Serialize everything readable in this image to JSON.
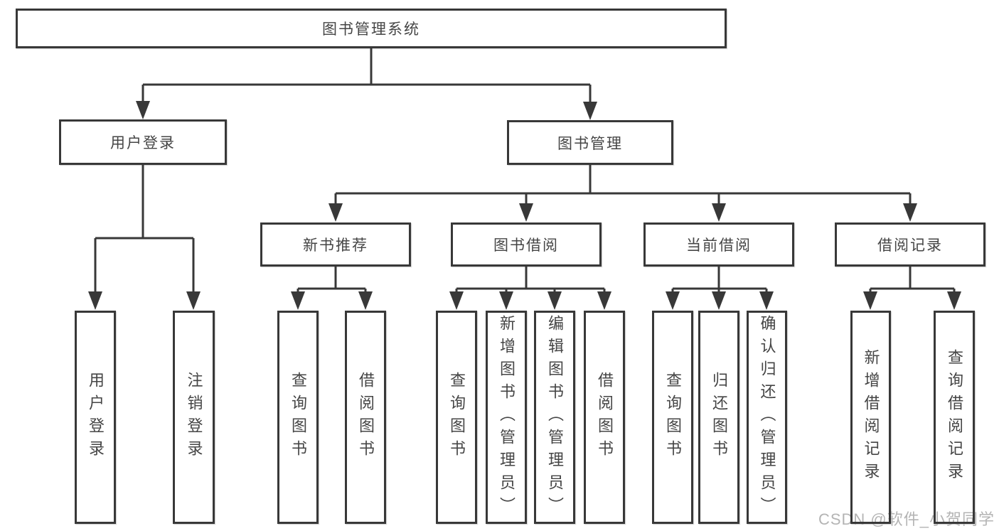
{
  "diagram": {
    "root": {
      "id": "library-management-system",
      "label": "图书管理系统"
    },
    "level2": [
      {
        "id": "user-login",
        "label": "用户登录",
        "parent": "图书管理系统"
      },
      {
        "id": "book-management",
        "label": "图书管理",
        "parent": "图书管理系统"
      }
    ],
    "level3": [
      {
        "id": "new-book-recommend",
        "label": "新书推荐",
        "parent": "图书管理"
      },
      {
        "id": "book-borrowing",
        "label": "图书借阅",
        "parent": "图书管理"
      },
      {
        "id": "current-borrowing",
        "label": "当前借阅",
        "parent": "图书管理"
      },
      {
        "id": "borrowing-records",
        "label": "借阅记录",
        "parent": "图书管理"
      }
    ],
    "leaves": [
      {
        "label": "用户登录",
        "parent": "用户登录"
      },
      {
        "label": "注销登录",
        "parent": "用户登录"
      },
      {
        "label": "查询图书",
        "parent": "新书推荐"
      },
      {
        "label": "借阅图书",
        "parent": "新书推荐"
      },
      {
        "label": "查询图书",
        "parent": "图书借阅"
      },
      {
        "label": "新增图书（管理员）",
        "parent": "图书借阅"
      },
      {
        "label": "编辑图书（管理员）",
        "parent": "图书借阅"
      },
      {
        "label": "借阅图书",
        "parent": "图书借阅"
      },
      {
        "label": "查询图书",
        "parent": "当前借阅"
      },
      {
        "label": "归还图书",
        "parent": "当前借阅"
      },
      {
        "label": "确认归还（管理员）",
        "parent": "当前借阅"
      },
      {
        "label": "新增借阅记录",
        "parent": "借阅记录"
      },
      {
        "label": "查询借阅记录",
        "parent": "借阅记录"
      }
    ],
    "watermark": "CSDN @软件_小贺同学",
    "colors": {
      "line": "#383838",
      "text": "#454545",
      "watermark": "#b4b4b4",
      "background": "#ffffff"
    }
  }
}
